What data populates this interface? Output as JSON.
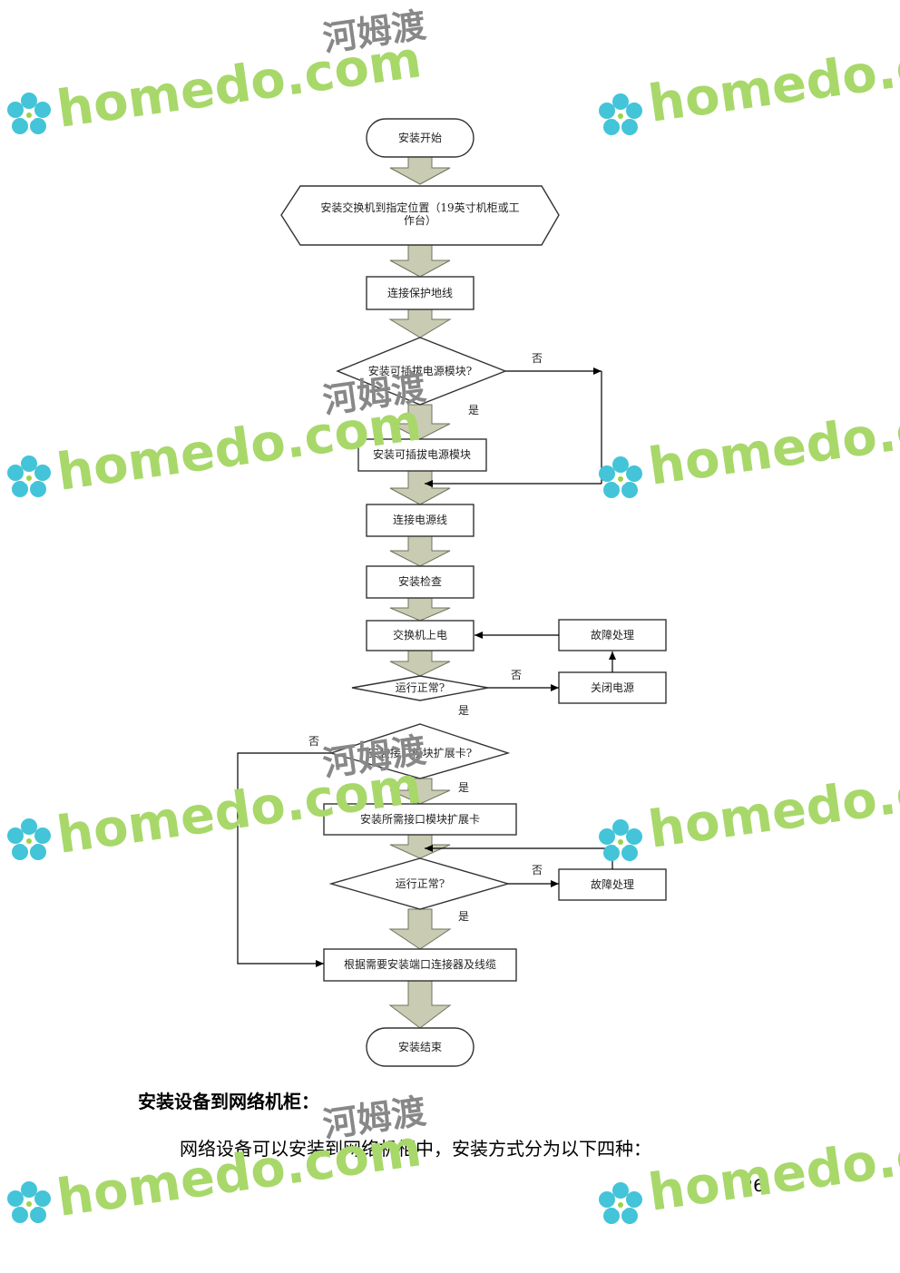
{
  "watermark": {
    "brand": "homedo.com",
    "brand_cn": "河姆渡"
  },
  "flowchart": {
    "nodes": {
      "start": "安装开始",
      "install_switch": [
        "安装交换机到指定位置（19英寸机柜或工",
        "作台）"
      ],
      "ground": "连接保护地线",
      "pluggable_q": "安装可插拔电源模块?",
      "pluggable_install": "安装可插拔电源模块",
      "power_cable": "连接电源线",
      "check": "安装检查",
      "power_on": "交换机上电",
      "fault1": "故障处理",
      "run_q1": "运行正常?",
      "power_off": "关闭电源",
      "module_q": "安装接口模块扩展卡?",
      "module_install": "安装所需接口模块扩展卡",
      "run_q2": "运行正常?",
      "fault2": "故障处理",
      "connect": "根据需要安装端口连接器及线缆",
      "end": "安装结束"
    },
    "labels": {
      "yes": "是",
      "no": "否"
    }
  },
  "heading": "安装设备到网络机柜：",
  "paragraph": "网络设备可以安装到网络机柜中，安装方式分为以下四种：",
  "page_number": "26"
}
